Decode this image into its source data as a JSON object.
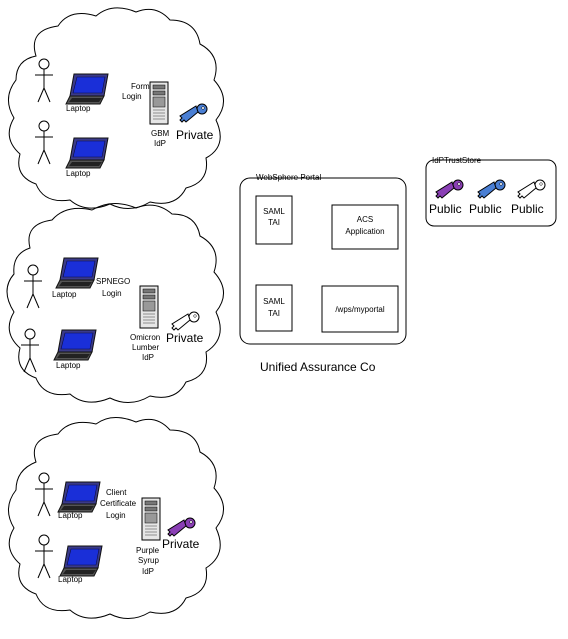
{
  "clouds": [
    {
      "laptop1_label": "Laptop",
      "laptop2_label": "Laptop",
      "login_lines": [
        "Form",
        "Login"
      ],
      "idp_lines": [
        "GBM",
        "IdP"
      ],
      "key_label": "Private",
      "key_color": "#4a7fd4"
    },
    {
      "laptop1_label": "Laptop",
      "laptop2_label": "Laptop",
      "login_lines": [
        "SPNEGO",
        "Login"
      ],
      "idp_lines": [
        "Omicron",
        "Lumber",
        "IdP"
      ],
      "key_label": "Private",
      "key_color": "#ffffff"
    },
    {
      "laptop1_label": "Laptop",
      "laptop2_label": "Laptop",
      "login_lines": [
        "Client",
        "Certificate",
        "Login"
      ],
      "idp_lines": [
        "Purple",
        "Syrup",
        "IdP"
      ],
      "key_label": "Private",
      "key_color": "#8a3fb5"
    }
  ],
  "portal": {
    "title": "WebSphere Portal",
    "saml1_lines": [
      "SAML",
      "TAI"
    ],
    "acs_lines": [
      "ACS",
      "Application"
    ],
    "saml2_lines": [
      "SAML",
      "TAI"
    ],
    "wps_lines": [
      "/wps/myportal"
    ],
    "company": "Unified Assurance Co"
  },
  "truststore": {
    "title": "IdPTrustStore",
    "keys": [
      {
        "label": "Public",
        "color": "#8a3fb5"
      },
      {
        "label": "Public",
        "color": "#4a7fd4"
      },
      {
        "label": "Public",
        "color": "#ffffff"
      }
    ]
  }
}
